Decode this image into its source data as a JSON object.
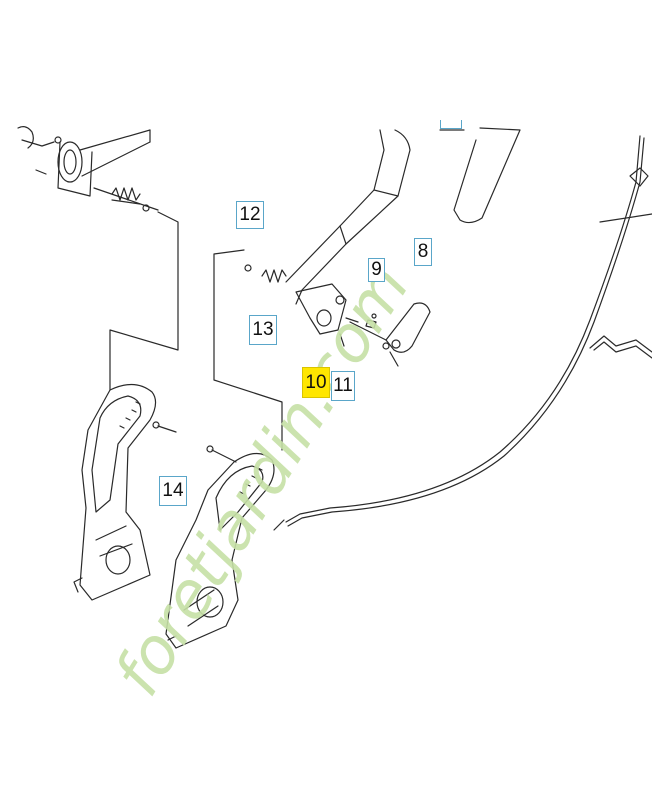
{
  "callouts": {
    "c8": "8",
    "c9": "9",
    "c10": "10",
    "c11": "11",
    "c12": "12",
    "c13": "13",
    "c14": "14"
  },
  "watermark": {
    "text": "foretjardin.com",
    "color": "#c6e0a6"
  },
  "colors": {
    "line": "#2a2a2a",
    "callout_border": "#5aa6c9",
    "highlight": "#ffe600"
  }
}
